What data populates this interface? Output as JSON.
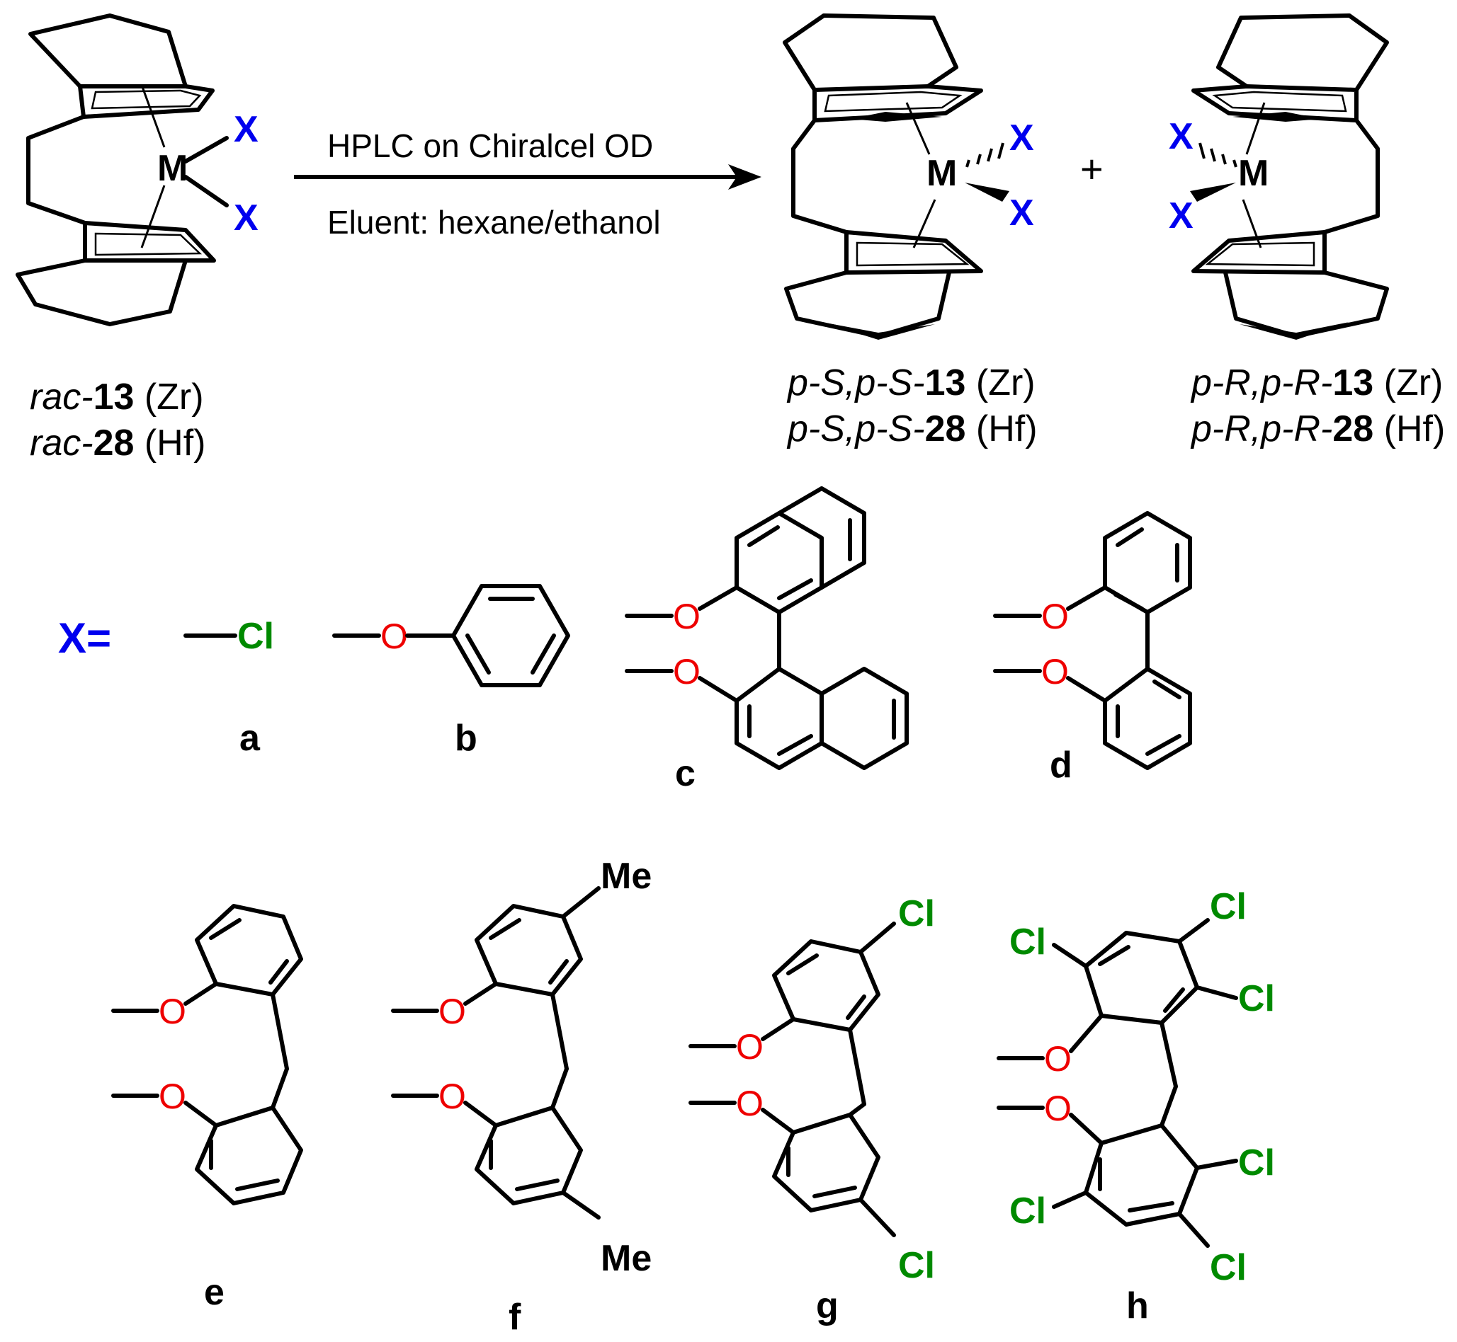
{
  "colors": {
    "X": "#0000ee",
    "O": "#ee0000",
    "Cl": "#008a00",
    "bond": "#000000"
  },
  "arrow": {
    "top": "HPLC on Chiralcel OD",
    "bottom": "Eluent: hexane/ethanol"
  },
  "plus": "+",
  "atoms": {
    "M": "M",
    "X": "X",
    "O": "O",
    "Cl": "Cl",
    "Me": "Me"
  },
  "compounds": {
    "rac": {
      "line1": {
        "prefix": "rac-",
        "num": "13",
        "metal": " (Zr)"
      },
      "line2": {
        "prefix": "rac-",
        "num": "28",
        "metal": " (Hf)"
      }
    },
    "pS": {
      "line1": {
        "prefix": "p-S,p-S-",
        "num": "13",
        "metal": " (Zr)"
      },
      "line2": {
        "prefix": "p-S,p-S-",
        "num": "28",
        "metal": " (Hf)"
      }
    },
    "pR": {
      "line1": {
        "prefix": "p-R,p-R-",
        "num": "13",
        "metal": " (Zr)"
      },
      "line2": {
        "prefix": "p-R,p-R-",
        "num": "28",
        "metal": " (Hf)"
      }
    }
  },
  "x_def": "X=",
  "ligand_labels": [
    "a",
    "b",
    "c",
    "d",
    "e",
    "f",
    "g",
    "h"
  ]
}
